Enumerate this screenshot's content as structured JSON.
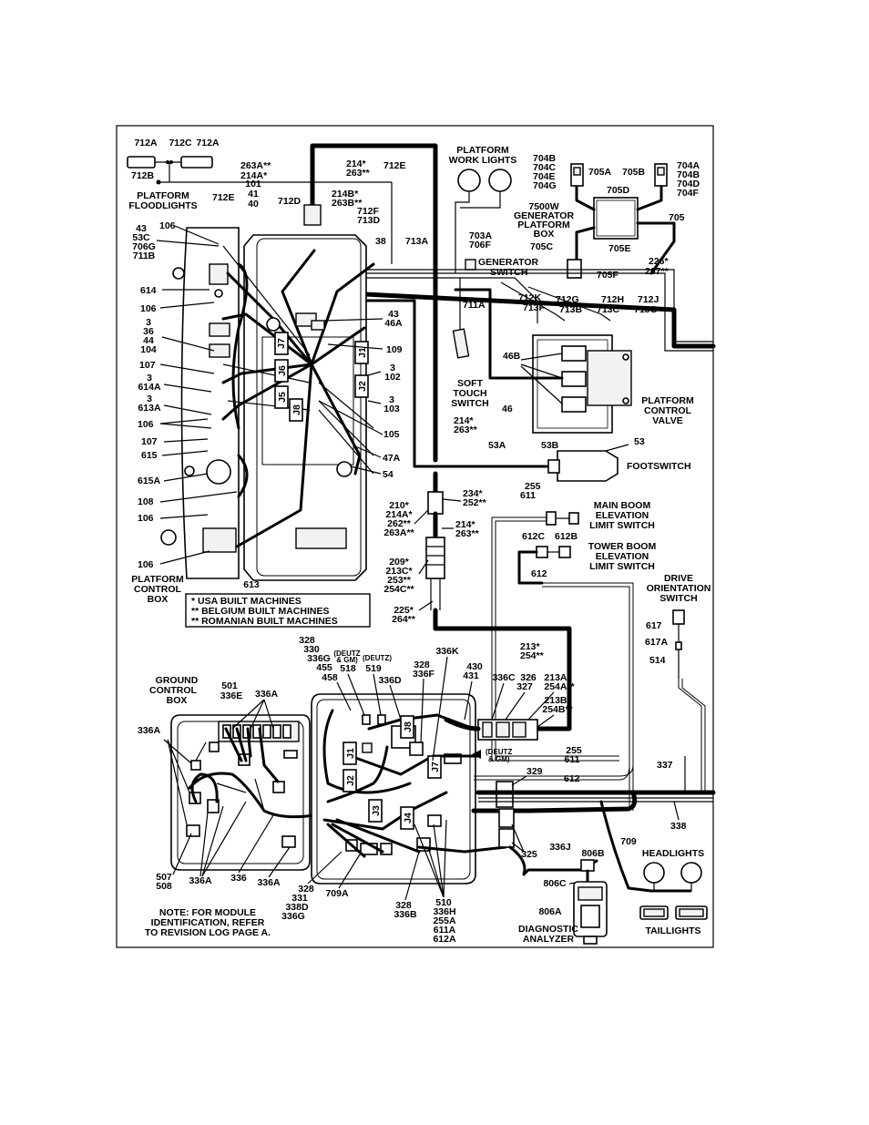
{
  "platform_top": {
    "floodlight_labels": [
      "712A",
      "712C",
      "712A"
    ],
    "label_712B": "712B",
    "platform_floodlights": [
      "PLATFORM",
      "FLOODLIGHTS"
    ],
    "wire_263A_214A": [
      "263A**",
      "214A*"
    ],
    "wire_101_41_40": [
      "101",
      "41",
      "40"
    ],
    "label_712E_left": "712E",
    "label_712D": "712D",
    "label_214_263": [
      "214*",
      "263**"
    ],
    "label_712E_top": "712E",
    "label_214B_263B": [
      "214B*",
      "263B**"
    ],
    "label_712F_713D": [
      "712F",
      "713D"
    ],
    "label_38": "38",
    "label_713A": "713A",
    "platform_work_lights": [
      "PLATFORM",
      "WORK LIGHTS"
    ],
    "label_703A_706F": [
      "703A",
      "706F"
    ],
    "generator_switch": [
      "GENERATOR",
      "SWITCH"
    ],
    "label_704_left": [
      "704B",
      "704C",
      "704E",
      "704G"
    ],
    "label_705A": "705A",
    "label_705B": "705B",
    "label_704_right": [
      "704A",
      "704B",
      "704D",
      "704F"
    ],
    "label_705D": "705D",
    "generator_box": [
      "7500W",
      "GENERATOR",
      "PLATFORM",
      "BOX"
    ],
    "label_705": "705",
    "label_705C": "705C",
    "label_705E": "705E",
    "label_226_267": [
      "226*",
      "267**"
    ],
    "label_705F": "705F",
    "label_712K_713F": [
      "712K",
      "713F"
    ],
    "label_712G_713B": [
      "712G",
      "713B"
    ],
    "label_712H_713C": [
      "712H",
      "713C"
    ],
    "label_712J_713G": [
      "712J",
      "713G"
    ],
    "label_711A": "711A",
    "soft_touch_switch": [
      "SOFT",
      "TOUCH",
      "SWITCH"
    ],
    "label_46B": "46B",
    "label_46": "46",
    "platform_control_valve": [
      "PLATFORM",
      "CONTROL",
      "VALVE"
    ],
    "label_214_263_mid": [
      "214*",
      "263**"
    ],
    "label_53A": "53A",
    "label_53B": "53B",
    "label_53": "53",
    "footswitch": "FOOTSWITCH"
  },
  "platform_box": {
    "left_labels": [
      [
        "43",
        "53C",
        "706G",
        "711B"
      ],
      [
        "106"
      ],
      [
        "614"
      ],
      [
        "106"
      ],
      [
        "3",
        "36",
        "44",
        "104"
      ],
      [
        "107"
      ],
      [
        "3",
        "614A"
      ],
      [
        "3",
        "613A"
      ],
      [
        "106"
      ],
      [
        "107"
      ],
      [
        "615"
      ],
      [
        "615A"
      ],
      [
        "108"
      ],
      [
        "106"
      ],
      [
        "106"
      ]
    ],
    "connectors": [
      "J7",
      "J6",
      "J5",
      "J8",
      "J1",
      "J2"
    ],
    "right_labels": {
      "l43_46A": [
        "43",
        "46A"
      ],
      "l109": "109",
      "l3_102": [
        "3",
        "102"
      ],
      "l3_103": [
        "3",
        "103"
      ],
      "l105": "105",
      "l47A": "47A",
      "l54": "54"
    },
    "label_613": "613",
    "title": [
      "PLATFORM",
      "CONTROL",
      "BOX"
    ],
    "legend": [
      "*  USA BUILT MACHINES",
      "** BELGIUM BUILT MACHINES",
      "** ROMANIAN BUILT MACHINES"
    ]
  },
  "middle": {
    "connector_labels_left": [
      [
        "210*",
        "214A*",
        "262**",
        "263A**"
      ],
      [
        "209*",
        "213C*",
        "253**",
        "254C**"
      ],
      [
        "225*",
        "264**"
      ]
    ],
    "connector_labels_right": [
      [
        "234*",
        "252**"
      ],
      [
        "214*",
        "263**"
      ],
      [
        "213*",
        "254**"
      ]
    ],
    "label_255_611": [
      "255",
      "611"
    ],
    "main_boom_switch": [
      "MAIN BOOM",
      "ELEVATION",
      "LIMIT SWITCH"
    ],
    "label_612C": "612C",
    "label_612B": "612B",
    "tower_boom_switch": [
      "TOWER BOOM",
      "ELEVATION",
      "LIMIT SWITCH"
    ],
    "label_612": "612",
    "drive_orientation_switch": [
      "DRIVE",
      "ORIENTATION",
      "SWITCH"
    ],
    "label_617": "617",
    "label_617A": "617A",
    "label_514": "514"
  },
  "ground": {
    "title": [
      "GROUND",
      "CONTROL",
      "BOX"
    ],
    "label_501_336E": [
      "501",
      "336E"
    ],
    "label_336A_top": "336A",
    "label_336A_left": "336A",
    "top_stack": [
      "328",
      "330",
      "336G",
      "455",
      "458"
    ],
    "deutz_gm": [
      "(DEUTZ",
      "& GM)"
    ],
    "label_518": "518",
    "deutz": "(DEUTZ)",
    "label_519": "519",
    "label_336D": "336D",
    "label_328_336F": [
      "328",
      "336F"
    ],
    "label_336K": "336K",
    "label_430_431": [
      "430",
      "431"
    ],
    "label_336C": "336C",
    "label_326_327": [
      "326",
      "327"
    ],
    "label_213A_254A": [
      "213A*",
      "254A**"
    ],
    "label_213B_254B": [
      "213B*",
      "254B**"
    ],
    "connectors": [
      "J8",
      "J1",
      "J7",
      "J2",
      "J3",
      "J4"
    ],
    "deutz_gm_arrow": [
      "(DEUTZ",
      "& GM)"
    ],
    "label_329": "329",
    "label_255_611": [
      "255",
      "611"
    ],
    "label_612": "612",
    "label_337": "337",
    "label_338": "338",
    "label_325": "325",
    "label_336J": "336J",
    "label_709": "709",
    "label_806B": "806B",
    "headlights": "HEADLIGHTS",
    "label_806C": "806C",
    "label_507_508": [
      "507",
      "508"
    ],
    "label_336A_b1": "336A",
    "label_336": "336",
    "label_336A_b2": "336A",
    "bottom_stack": [
      "328",
      "331",
      "338D",
      "336G"
    ],
    "label_709A": "709A",
    "label_328_336B": [
      "328",
      "336B"
    ],
    "bottom_right_stack": [
      "510",
      "336H",
      "255A",
      "611A",
      "612A"
    ],
    "label_806A": "806A",
    "diagnostic_analyzer": [
      "DIAGNOSTIC",
      "ANALYZER"
    ],
    "taillights": "TAILLIGHTS",
    "note": [
      "NOTE: FOR MODULE",
      "IDENTIFICATION, REFER",
      "TO REVISION LOG PAGE A."
    ]
  }
}
